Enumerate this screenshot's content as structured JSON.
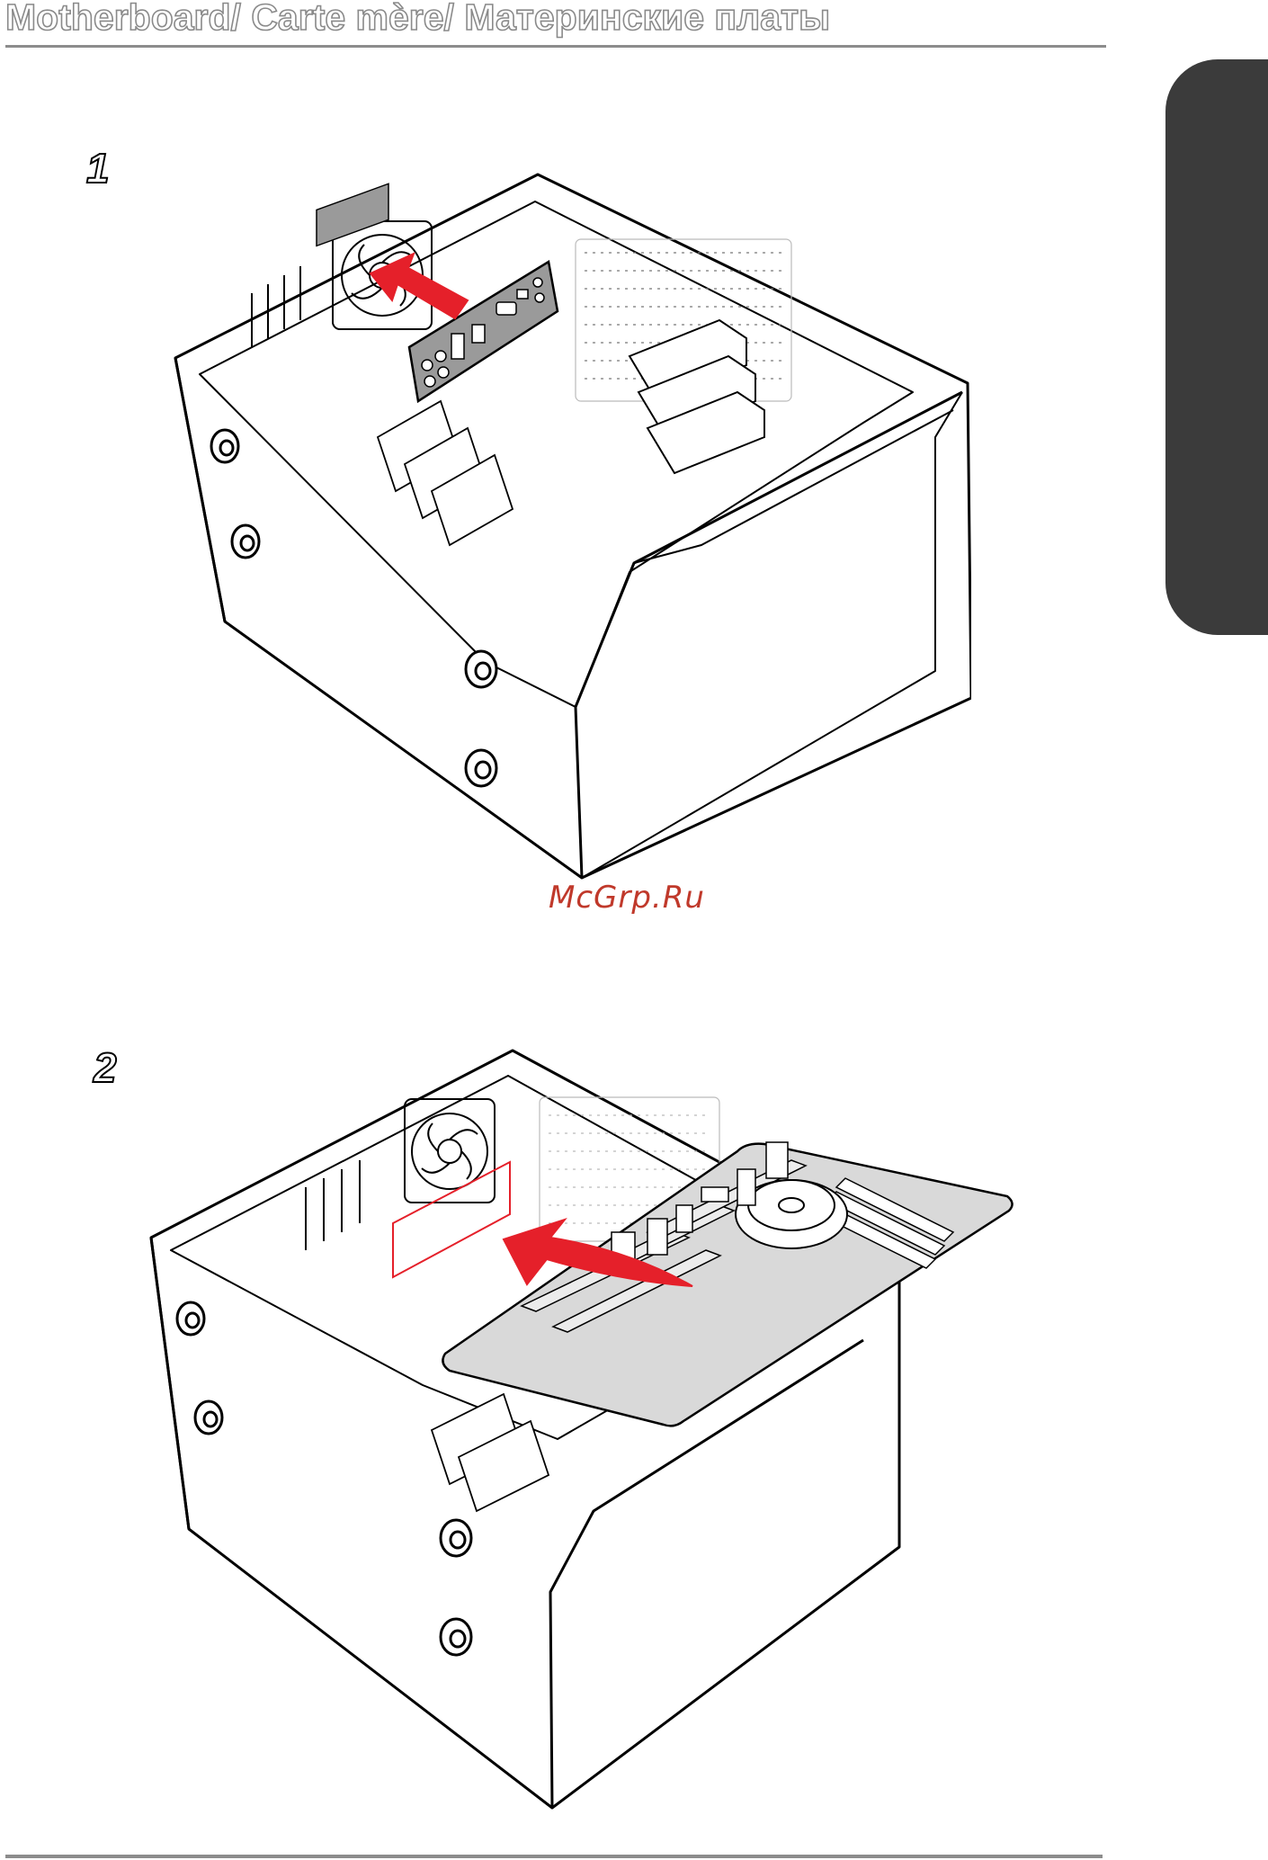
{
  "header": {
    "title": "Motherboard/ Carte mère/ Материнские платы"
  },
  "steps": [
    {
      "number": "1"
    },
    {
      "number": "2"
    }
  ],
  "watermark": "McGrp.Ru",
  "colors": {
    "arrow": "#e5202a",
    "line": "#000000",
    "plate": "#9a9a9a",
    "board": "#d9d9d9",
    "side_tab": "#3b3b3b",
    "rule": "#8c8c8c"
  }
}
